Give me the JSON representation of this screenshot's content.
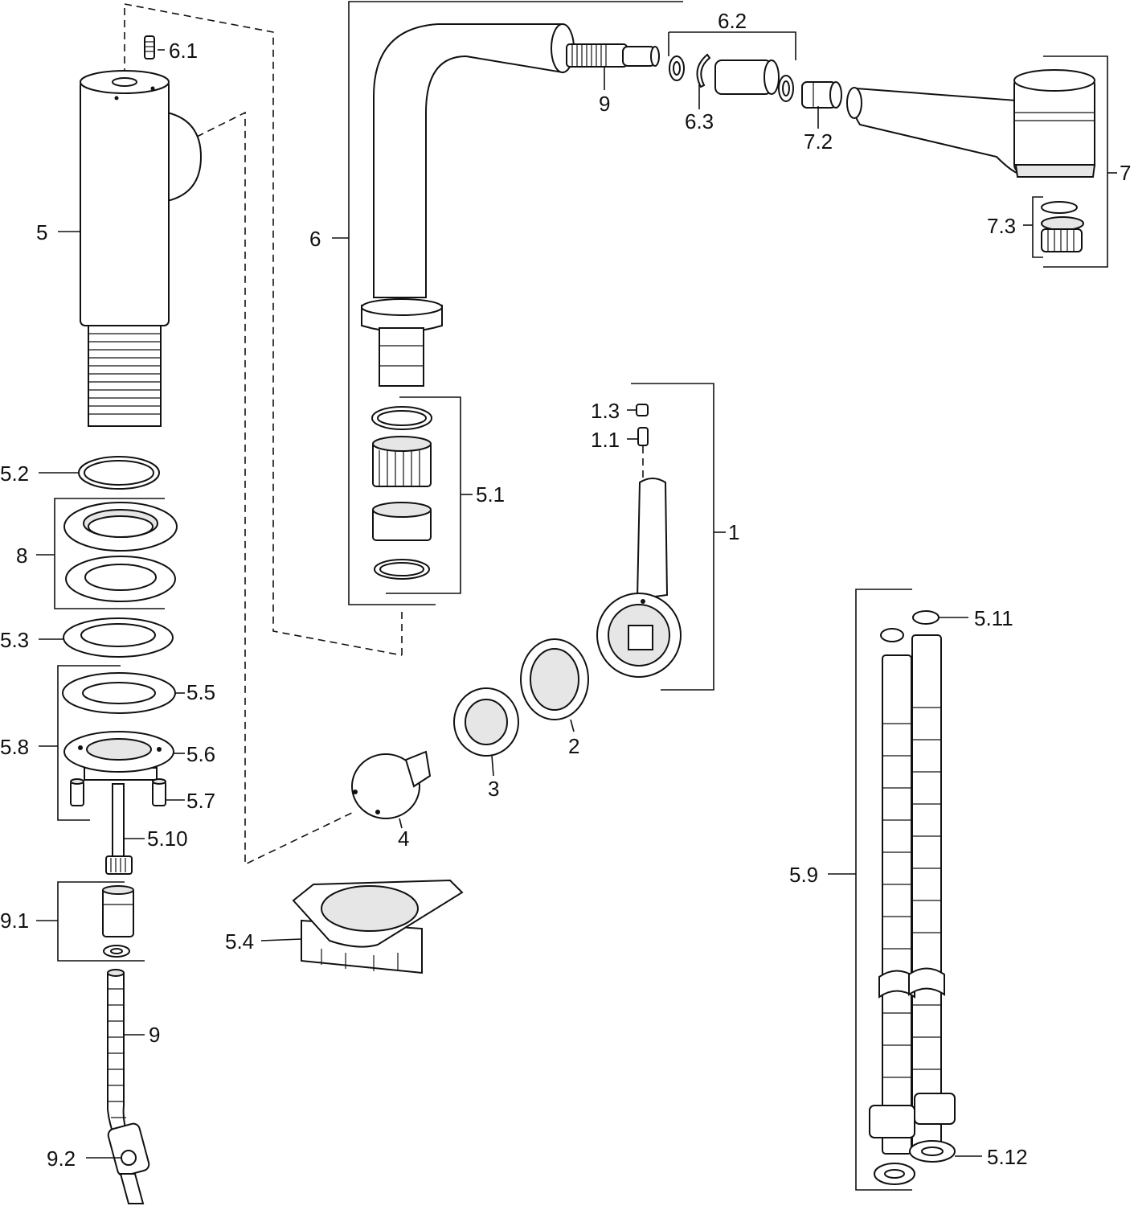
{
  "labels": {
    "l_6_1": "6.1",
    "l_5": "5",
    "l_5_2": "5.2",
    "l_8": "8",
    "l_5_3": "5.3",
    "l_5_5": "5.5",
    "l_5_8": "5.8",
    "l_5_6": "5.6",
    "l_5_7": "5.7",
    "l_5_10": "5.10",
    "l_9_1": "9.1",
    "l_9a": "9",
    "l_9_2": "9.2",
    "l_6": "6",
    "l_5_1": "5.1",
    "l_9b": "9",
    "l_6_2": "6.2",
    "l_6_3": "6.3",
    "l_7_2": "7.2",
    "l_7": "7",
    "l_7_3": "7.3",
    "l_1_3": "1.3",
    "l_1_1": "1.1",
    "l_1": "1",
    "l_2": "2",
    "l_3": "3",
    "l_4": "4",
    "l_5_4": "5.4",
    "l_5_9": "5.9",
    "l_5_11": "5.11",
    "l_5_12": "5.12"
  }
}
